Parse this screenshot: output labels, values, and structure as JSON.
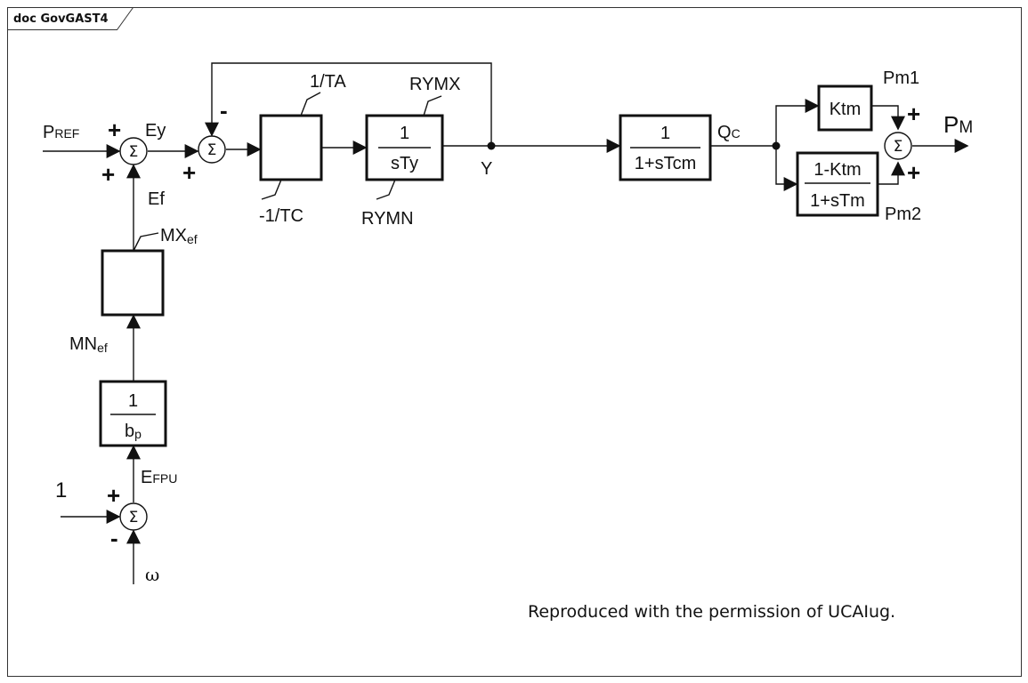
{
  "frame_tab": "doc GovGAST4",
  "credit": "Reproduced with the permission of UCAIug.",
  "sum_symbol": "Σ",
  "signs": {
    "plus": "+",
    "minus": "-"
  },
  "labels": {
    "pref_main": "P",
    "pref_sub": "REF",
    "ey": "Ey",
    "ef": "Ef",
    "mxef_main": "MX",
    "mxef_sub": "ef",
    "mnef_main": "MN",
    "mnef_sub": "ef",
    "efpu_main": "E",
    "efpu_sub": "FPU",
    "one": "1",
    "omega": "ω",
    "ta": "1/TA",
    "tc": "-1/TC",
    "rymx": "RYMX",
    "rymn": "RYMN",
    "y": "Y",
    "qc_main": "Q",
    "qc_sub": "C",
    "pm1": "Pm1",
    "pm2": "Pm2",
    "pm_main": "P",
    "pm_sub": "M"
  },
  "blocks": {
    "integrator": {
      "num": "1",
      "den": "sTy"
    },
    "lag_tcm": {
      "num": "1",
      "den": "1+sTcm"
    },
    "ktm": {
      "text": "Ktm"
    },
    "lag_tm": {
      "num": "1-Ktm",
      "den": "1+sTm"
    },
    "droop": {
      "num": "1",
      "den_main": "b",
      "den_sub": "p"
    }
  }
}
